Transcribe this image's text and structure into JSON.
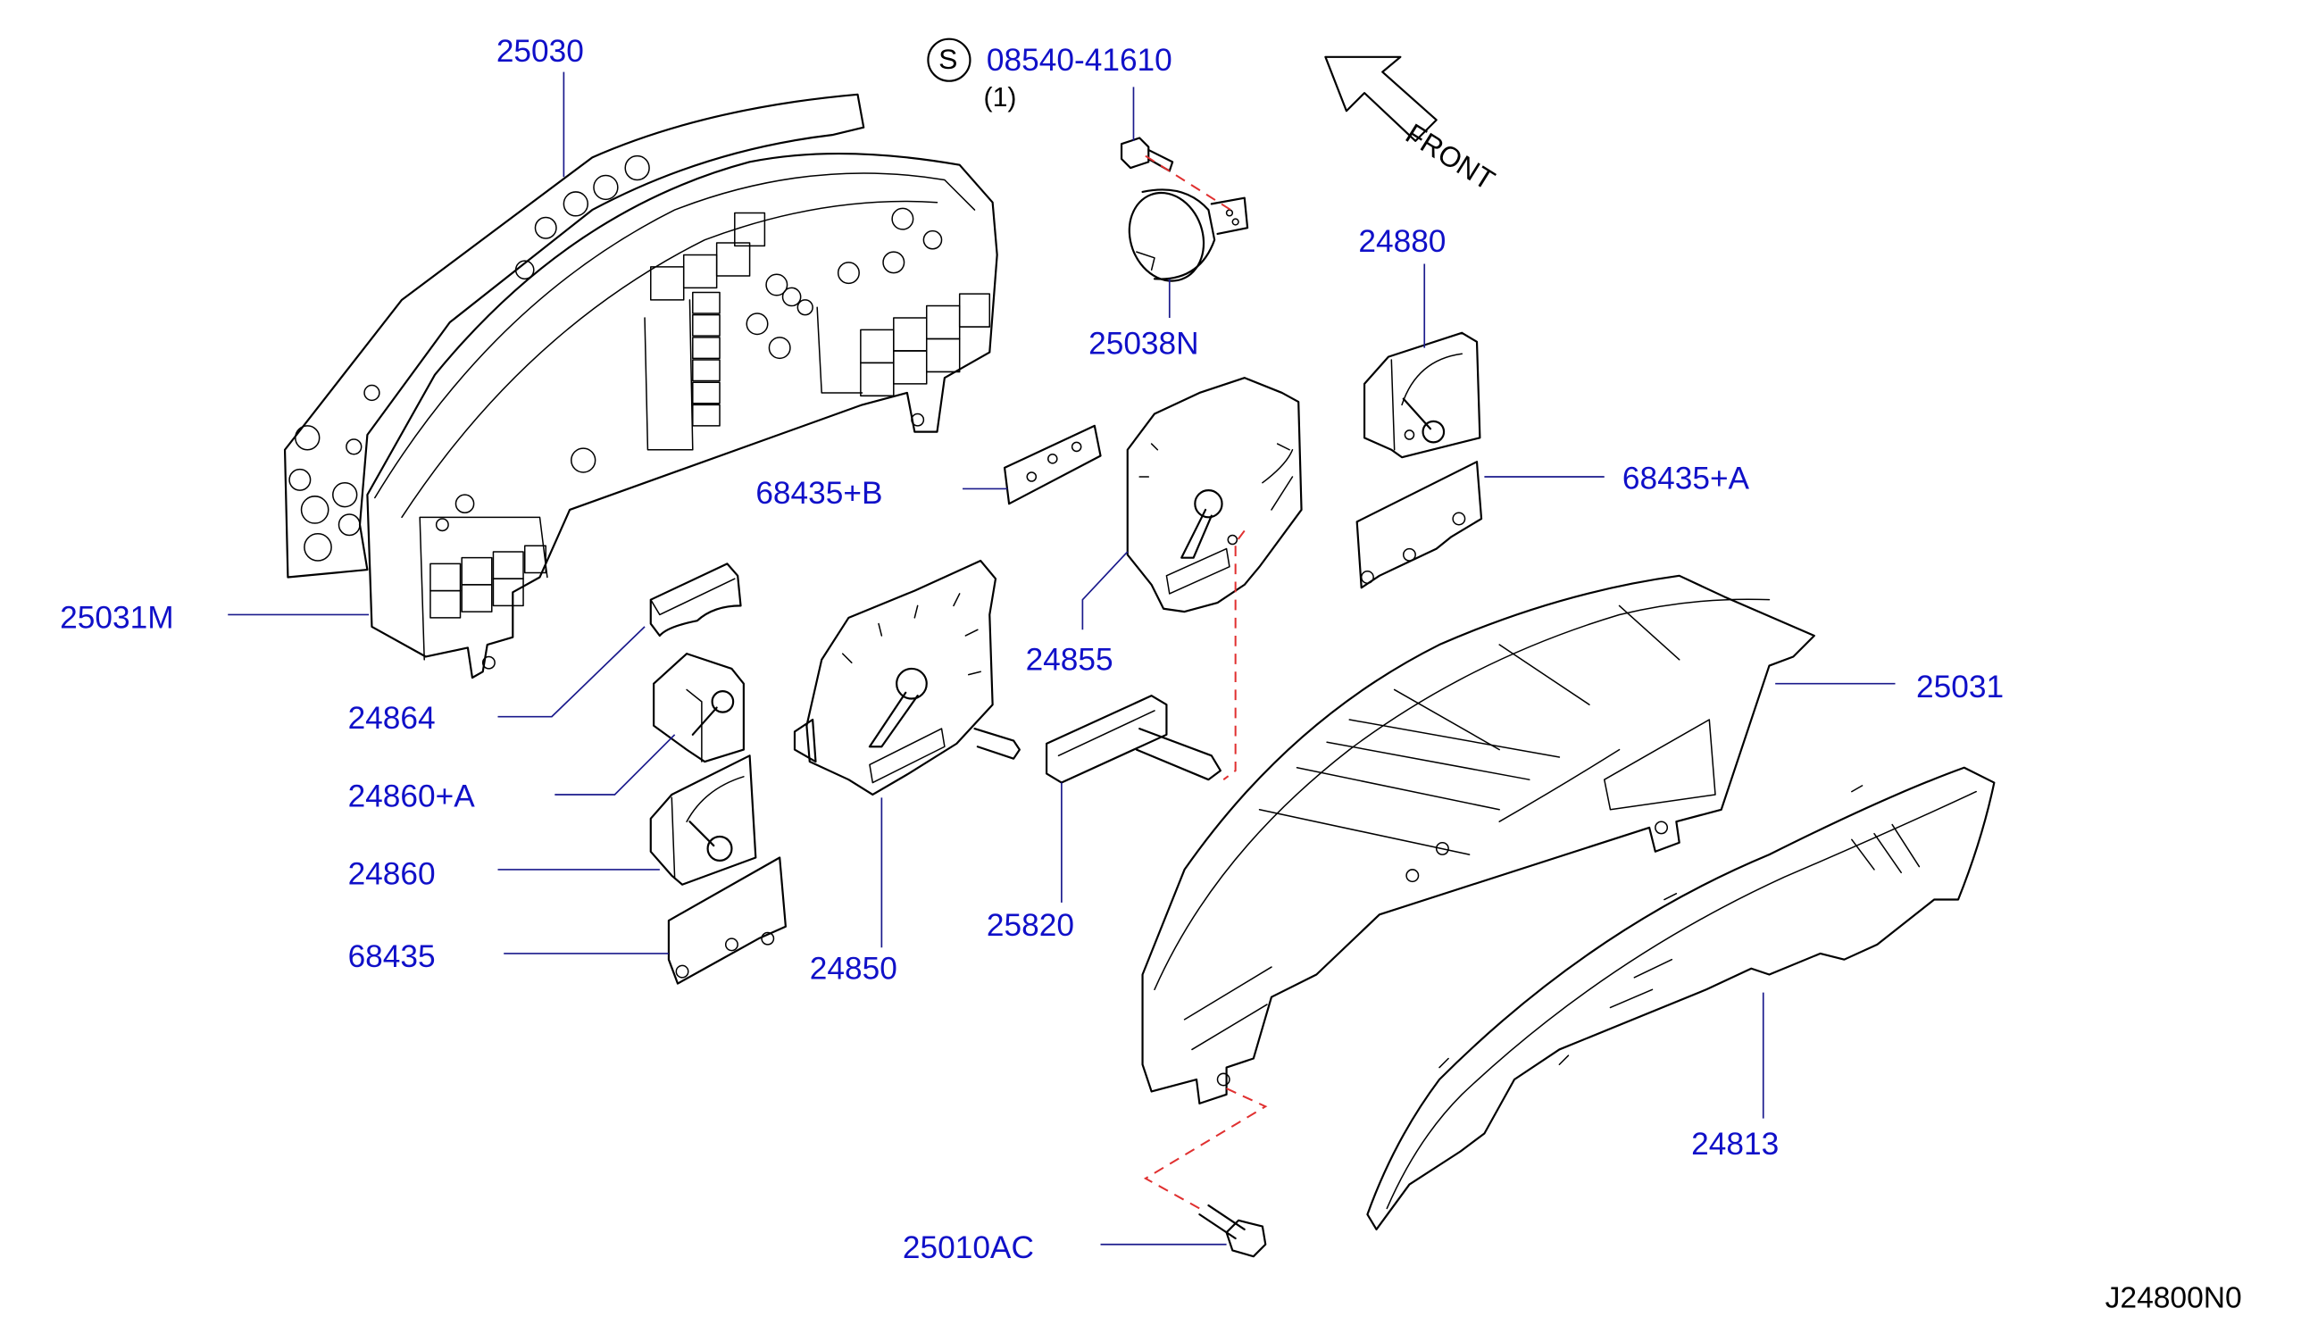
{
  "diagram": {
    "parts": {
      "p25030": "25030",
      "screw": "08540-41610",
      "screw_qty": "(1)",
      "screw_symbol": "S",
      "p25038n": "25038N",
      "p24880": "24880",
      "p68435a": "68435+A",
      "p68435b": "68435+B",
      "p25031m": "25031M",
      "p24855": "24855",
      "p25031": "25031",
      "p24864": "24864",
      "p24860a": "24860+A",
      "p24860": "24860",
      "p68435": "68435",
      "p24850": "24850",
      "p25820": "25820",
      "p24813": "24813",
      "p25010ac": "25010AC"
    },
    "front_label": "FRONT",
    "diagram_code": "J24800N0",
    "colors": {
      "label": "#1010c8",
      "leader": "#1a1a8c",
      "dashed_leader": "#e03030",
      "lines": "#000000"
    }
  }
}
